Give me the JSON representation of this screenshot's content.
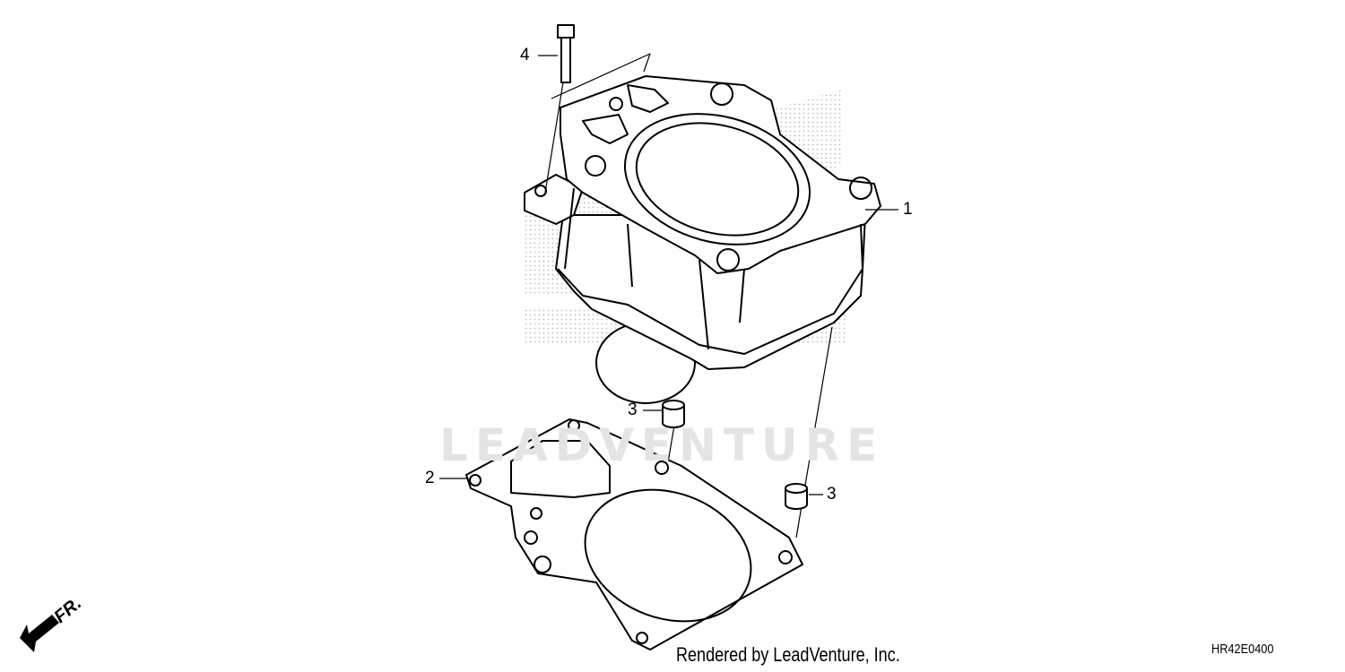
{
  "diagram": {
    "callouts": [
      {
        "id": "callout-4",
        "label": "4"
      },
      {
        "id": "callout-1",
        "label": "1"
      },
      {
        "id": "callout-3a",
        "label": "3"
      },
      {
        "id": "callout-3b",
        "label": "3"
      },
      {
        "id": "callout-2",
        "label": "2"
      }
    ],
    "direction_label": "FR.",
    "direction_icon": "front-arrow-icon",
    "watermark": "LEADVENTURE",
    "footer": "Rendered by LeadVenture, Inc.",
    "code": "HR42E0400"
  }
}
